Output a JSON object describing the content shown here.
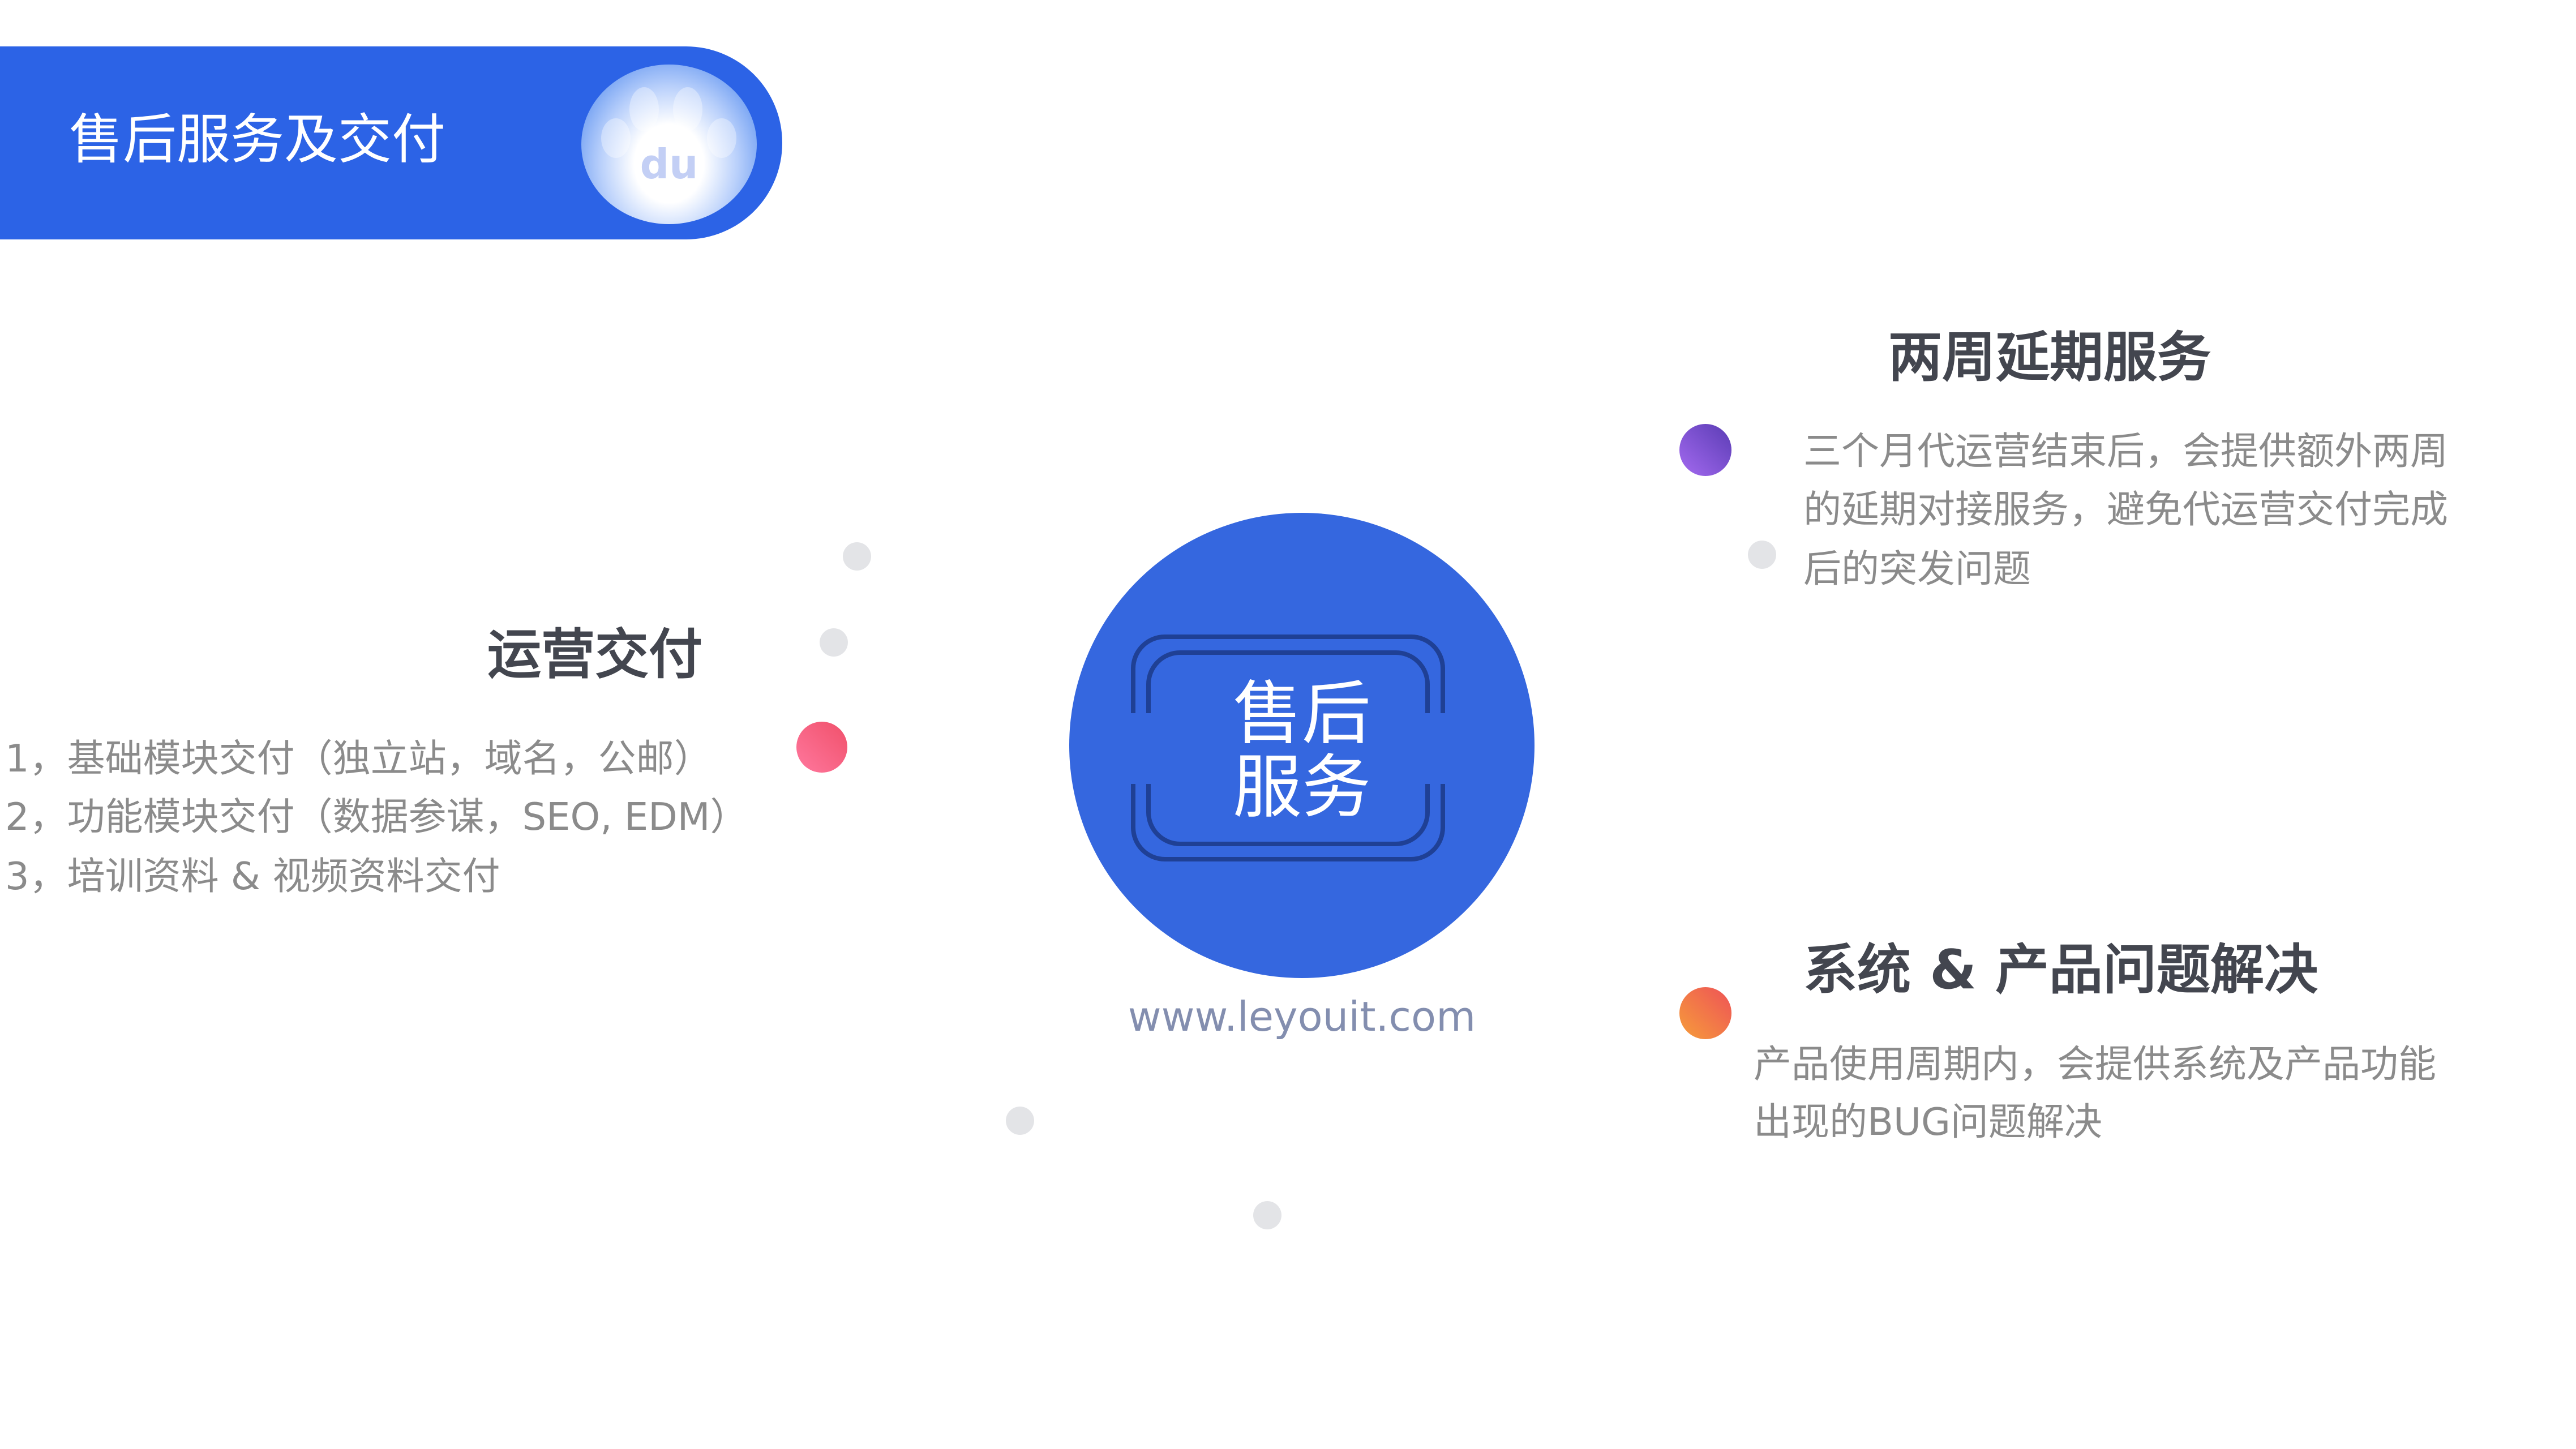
{
  "header": {
    "title": "售后服务及交付",
    "logo_text": "du",
    "logo_icon": "baidu-paw-icon",
    "bar_color": "#2c63e6"
  },
  "center": {
    "line1": "售后",
    "line2": "服务",
    "watermark": "www.leyouit.com",
    "circle_color": "#3567df"
  },
  "sections": {
    "operations": {
      "title": "运营交付",
      "items": [
        "1，基础模块交付（独立站，域名，公邮）",
        "2，功能模块交付（数据参谋，SEO, EDM）",
        "3，培训资料 & 视频资料交付"
      ],
      "dot_colors": [
        "#f0506a",
        "#ff789e"
      ]
    },
    "extension": {
      "title": "两周延期服务",
      "lines": [
        "三个月代运营结束后，会提供额外两周",
        "的延期对接服务，避免代运营交付完成",
        "后的突发问题"
      ],
      "dot_colors": [
        "#5a3cb4",
        "#a46af0"
      ]
    },
    "issues": {
      "title": "系统 & 产品问题解决",
      "lines": [
        "产品使用周期内，会提供系统及产品功能",
        "出现的BUG问题解决"
      ],
      "dot_colors": [
        "#ee5257",
        "#f69d3a"
      ]
    }
  }
}
